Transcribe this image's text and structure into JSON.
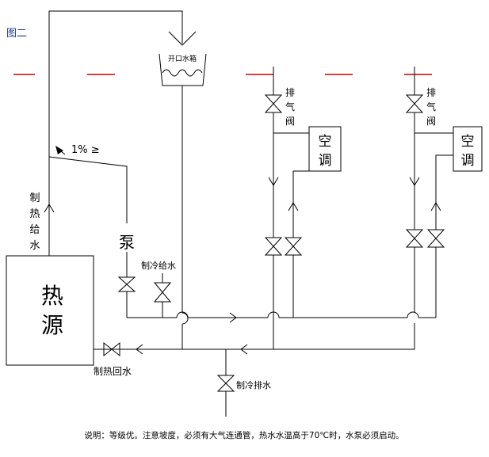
{
  "figure_label": "图二",
  "labels": {
    "tank": "开口水箱",
    "slope": "1% ≥",
    "supply_lines": [
      "制",
      "热",
      "给",
      "水"
    ],
    "pump": "泵",
    "cold_supply": "制冷给水",
    "heat_source_lines": [
      "热",
      "源"
    ],
    "return_water": "制热回水",
    "cold_drain": "制冷排水",
    "vent_valve_1": [
      "排",
      "气",
      "阀"
    ],
    "vent_valve_2": [
      "排",
      "气",
      "阀"
    ],
    "ac1_lines": [
      "空",
      "调"
    ],
    "ac2_lines": [
      "空",
      "调"
    ]
  },
  "note": "说明：等级优。注意坡度，必须有大气连通管，热水水温高于70℃时，水泵必须启动。",
  "colors": {
    "line": "#000000",
    "floor_marks": "#cc0000",
    "figure_label": "#1a3c8c"
  }
}
